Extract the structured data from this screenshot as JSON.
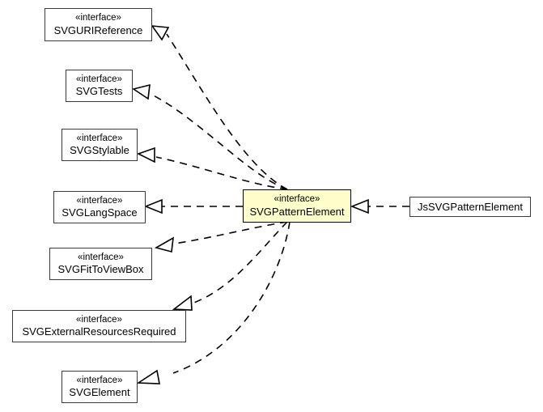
{
  "diagram": {
    "type": "uml-class-diagram",
    "title": "SVGPatternElement realization hierarchy",
    "stereotype_label": "«interface»",
    "colors": {
      "background": "#ffffff",
      "box_fill": "#ffffff",
      "box_border": "#3a3a3a",
      "highlight_fill": "#ffffcc",
      "highlight_border": "#000000",
      "edge": "#000000",
      "text": "#000000"
    },
    "center": {
      "stereotype": "«interface»",
      "name": "SVGPatternElement"
    },
    "implementor": {
      "name": "JsSVGPatternElement"
    },
    "interfaces": [
      {
        "stereotype": "«interface»",
        "name": "SVGURIReference"
      },
      {
        "stereotype": "«interface»",
        "name": "SVGTests"
      },
      {
        "stereotype": "«interface»",
        "name": "SVGStylable"
      },
      {
        "stereotype": "«interface»",
        "name": "SVGLangSpace"
      },
      {
        "stereotype": "«interface»",
        "name": "SVGFitToViewBox"
      },
      {
        "stereotype": "«interface»",
        "name": "SVGExternalResourcesRequired"
      },
      {
        "stereotype": "«interface»",
        "name": "SVGElement"
      }
    ],
    "edges": [
      {
        "from": "SVGPatternElement",
        "to": "SVGURIReference",
        "kind": "realization"
      },
      {
        "from": "SVGPatternElement",
        "to": "SVGTests",
        "kind": "realization"
      },
      {
        "from": "SVGPatternElement",
        "to": "SVGStylable",
        "kind": "realization"
      },
      {
        "from": "SVGPatternElement",
        "to": "SVGLangSpace",
        "kind": "realization"
      },
      {
        "from": "SVGPatternElement",
        "to": "SVGFitToViewBox",
        "kind": "realization"
      },
      {
        "from": "SVGPatternElement",
        "to": "SVGExternalResourcesRequired",
        "kind": "realization"
      },
      {
        "from": "SVGPatternElement",
        "to": "SVGElement",
        "kind": "realization"
      },
      {
        "from": "JsSVGPatternElement",
        "to": "SVGPatternElement",
        "kind": "realization"
      }
    ]
  }
}
